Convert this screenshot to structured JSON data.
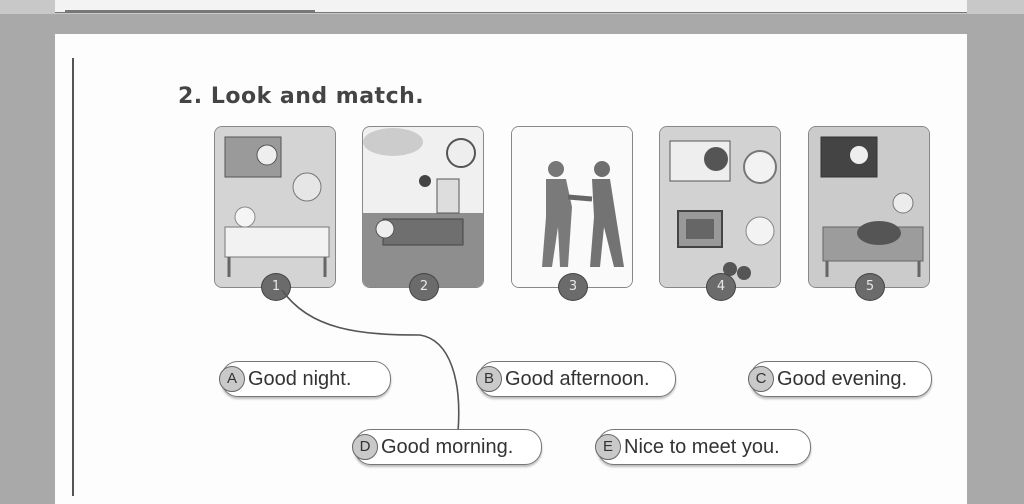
{
  "exercise": {
    "heading": "2. Look and match."
  },
  "pictures": [
    {
      "number": "1",
      "scene": "morning"
    },
    {
      "number": "2",
      "scene": "afternoon"
    },
    {
      "number": "3",
      "scene": "greeting"
    },
    {
      "number": "4",
      "scene": "evening"
    },
    {
      "number": "5",
      "scene": "night"
    }
  ],
  "phrases": [
    {
      "letter": "A",
      "text": "Good night."
    },
    {
      "letter": "B",
      "text": "Good afternoon."
    },
    {
      "letter": "C",
      "text": "Good evening."
    },
    {
      "letter": "D",
      "text": "Good morning."
    },
    {
      "letter": "E",
      "text": "Nice to meet you."
    }
  ],
  "example_match": {
    "picture": "1",
    "phrase": "D"
  },
  "colors": {
    "page": "#fdfdfd",
    "background": "#a9a9a9",
    "ink": "#444444"
  }
}
